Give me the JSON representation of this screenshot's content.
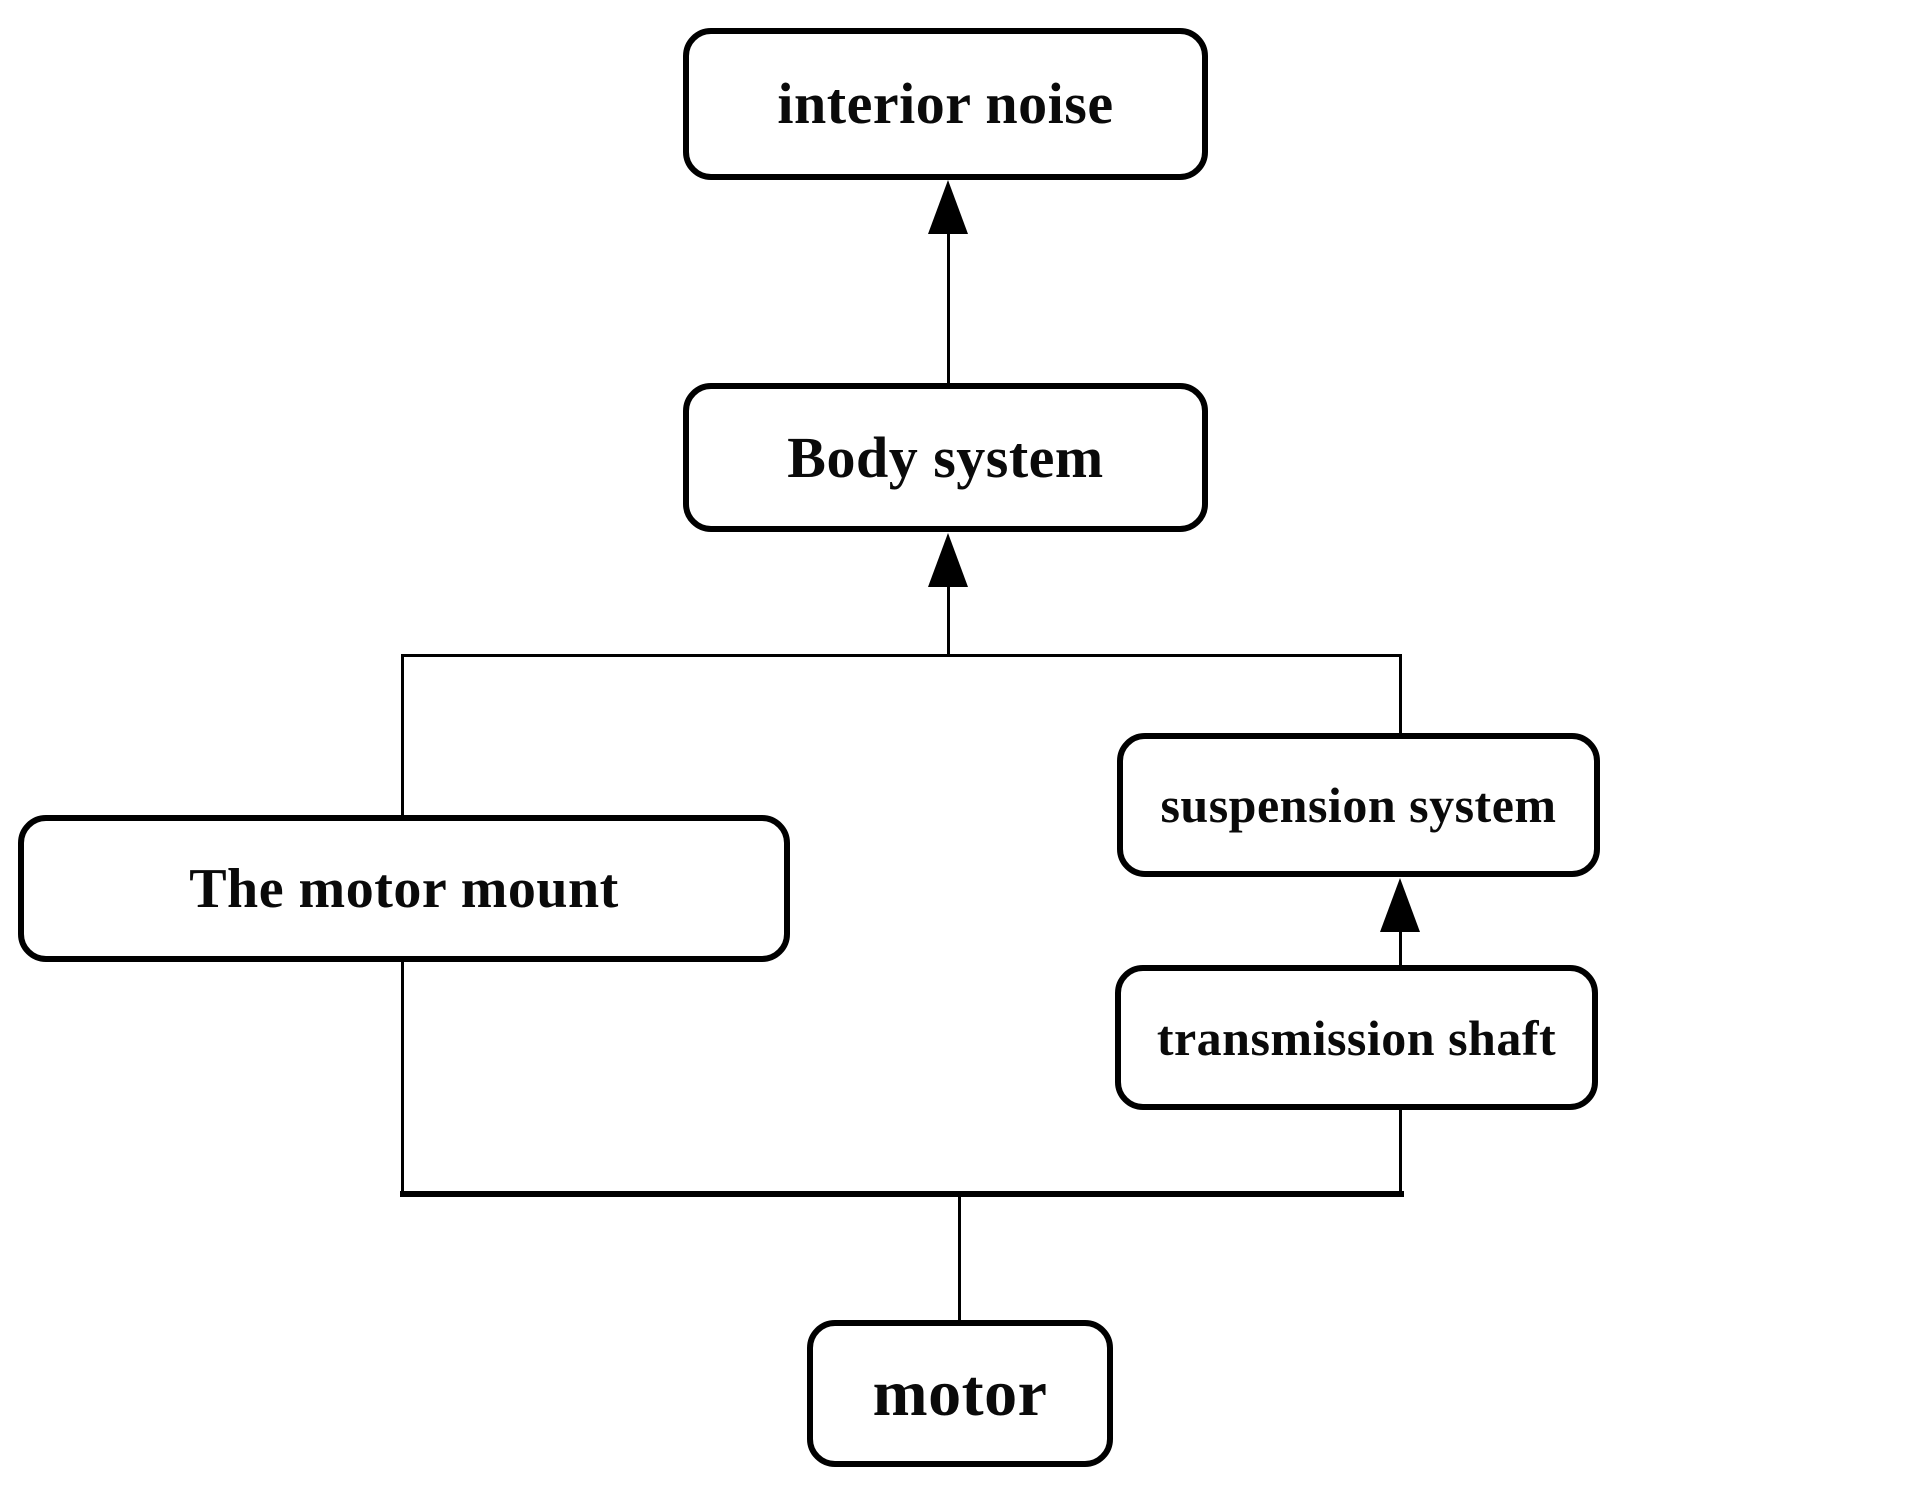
{
  "diagram": {
    "type": "flowchart",
    "background_color": "#ffffff",
    "line_color": "#000000",
    "box_border_color": "#000000",
    "box_fill_color": "#ffffff",
    "text_color": "#0a0a0a",
    "nodes": {
      "interior_noise": {
        "label": "interior noise"
      },
      "body_system": {
        "label": "Body system"
      },
      "motor_mount": {
        "label": "The motor mount"
      },
      "suspension_system": {
        "label": "suspension system"
      },
      "transmission_shaft": {
        "label": "transmission shaft"
      },
      "motor": {
        "label": "motor"
      }
    },
    "edges": [
      {
        "from": "body_system",
        "to": "interior_noise",
        "arrow": true
      },
      {
        "from": "motor_mount",
        "to": "body_system",
        "arrow": true,
        "via": "top junction bus"
      },
      {
        "from": "suspension_system",
        "to": "body_system",
        "arrow": true,
        "via": "top junction bus"
      },
      {
        "from": "transmission_shaft",
        "to": "suspension_system",
        "arrow": true
      },
      {
        "from": "motor",
        "to": "motor_mount",
        "arrow": false,
        "via": "bottom junction bus"
      },
      {
        "from": "motor",
        "to": "transmission_shaft",
        "arrow": false,
        "via": "bottom junction bus"
      }
    ]
  }
}
